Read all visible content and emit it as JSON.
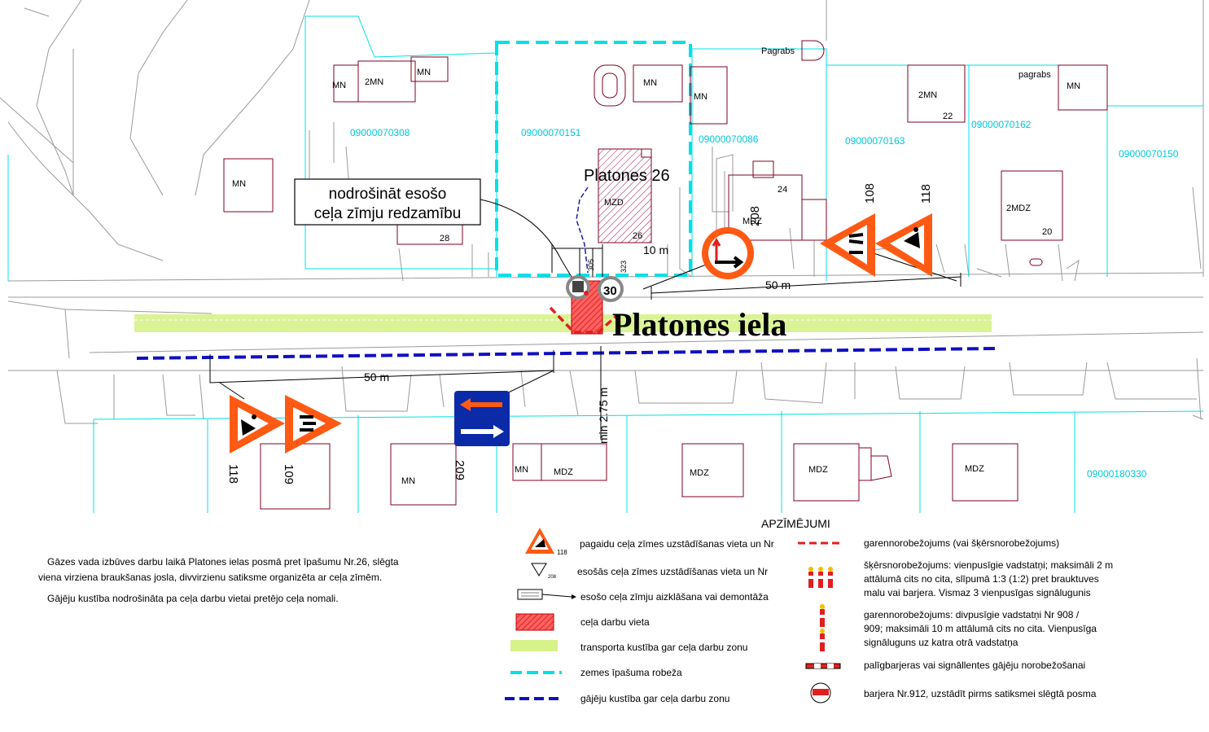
{
  "street_name": "Platones iela",
  "address_label": "Platones 26",
  "callout": {
    "line1": "nodrošināt esošo",
    "line2": "ceļa zīmju redzamību"
  },
  "parcels": [
    "09000070308",
    "09000070151",
    "09000070086",
    "09000070163",
    "09000070162",
    "09000070150",
    "09000180330"
  ],
  "buildings": {
    "mn_a": "MN",
    "twomn_a": "2MN",
    "mn_b": "MN",
    "mn_c": "MN",
    "mn_d": "MN",
    "mn_e": "MN",
    "twomn_b": "2MN",
    "num_22": "22",
    "pagrabs_1": "Pagrabs",
    "pagrabs_2": "pagrabs",
    "mn_f": "MN",
    "num_28": "28",
    "mzd": "MZD",
    "num_26": "26",
    "num_24": "24",
    "mdz_a": "MDZ",
    "twomdz": "2MDZ",
    "num_20": "20",
    "mn_s1": "MN",
    "mn_s2": "MN",
    "mdz_s1": "MDZ",
    "mdz_s2": "MDZ",
    "mdz_s3": "MDZ",
    "mdz_s4": "MDZ"
  },
  "dimensions": {
    "d10": "10 m",
    "d50_top": "50 m",
    "d50_bottom": "50 m",
    "min_width": "min 2.75 m",
    "n305": "305",
    "n323": "323"
  },
  "sign_numbers": {
    "s108_top": "108",
    "s118_top": "118",
    "s208_top": "208",
    "s118_bottom": "118",
    "s109_bottom": "109",
    "s209_bottom": "209"
  },
  "speed_limit": "30",
  "legend": {
    "title": "APZĪMĒJUMI",
    "sample_sign_number": "118",
    "sample_small_number": "208",
    "left": [
      "pagaidu ceļa zīmes uzstādīšanas vieta un Nr",
      "esošās ceļa zīmes uzstādīšanas vieta un Nr",
      "esošo ceļa zīmju aizklāšana vai demontāža",
      "ceļa darbu vieta",
      "transporta kustība gar ceļa darbu zonu",
      "zemes īpašuma robeža",
      "gājēju kustība gar ceļa darbu zonu"
    ],
    "right": [
      [
        "garennorobežojums (vai šķērsnorobežojums)"
      ],
      [
        "šķērsnorobežojums: vienpusīgie vadstatņi; maksimāli 2 m",
        "attālumā cits no cita, slīpumā 1:3 (1:2) pret brauktuves",
        "malu vai barjera. Vismaz 3 vienpusīgas signālugunis"
      ],
      [
        "garennorobežojums: divpusīgie vadstatņi Nr 908 /",
        "909; maksimāli 10 m attālumā cits no cita. Vienpusīga",
        "signāluguns uz katra otrā vadstatņa"
      ],
      [
        "palīgbarjeras vai signāllentes gājēju norobežošanai"
      ],
      [
        "barjera Nr.912, uzstādīt pirms satiksmei slēgtā posma"
      ]
    ]
  },
  "notes": {
    "p1_line1": "Gāzes vada izbūves darbu laikā Platones ielas posmā pret īpašumu Nr.26, slēgta",
    "p1_line2": "viena virziena braukšanas josla, divvirzienu satiksme organizēta ar ceļa zīmēm.",
    "p2": "Gājēju kustība nodrošināta pa ceļa darbu vietai pretējo ceļa nomali."
  },
  "colors": {
    "parcel_line": "#00e0e8",
    "building": "#800020",
    "warning_orange": "#ff5a14",
    "sign_blue": "#0a2aa8",
    "work_red": "#e02020",
    "traffic_green": "#d6f28a",
    "pedestrian_blue": "#1010c0"
  }
}
